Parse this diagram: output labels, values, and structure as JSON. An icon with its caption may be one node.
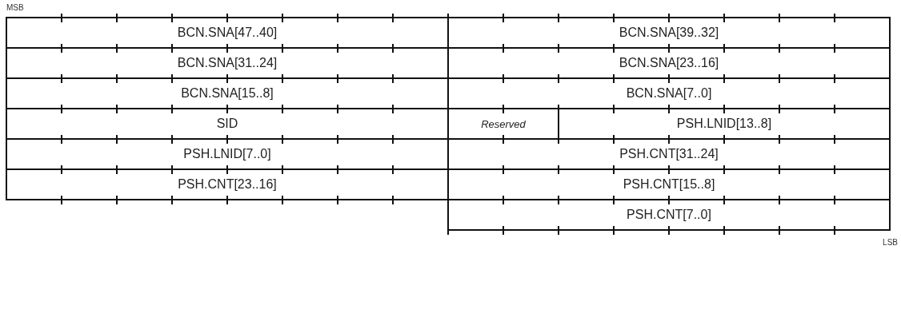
{
  "diagram": {
    "nodes": [
      {
        "text": [
          "BCN.SNA[47..40]"
        ]
      },
      {
        "text": [
          "BCN.SNA[39..32]"
        ]
      },
      {
        "text": [
          "BCN.SNA[31..24]"
        ]
      },
      {
        "text": [
          "BCN.SNA[23..16]"
        ]
      },
      {
        "text": [
          "BCN.SNA[15..8]"
        ]
      },
      {
        "text": [
          "BCN.SNA[7..0]"
        ]
      },
      {
        "text": [
          "SID"
        ]
      },
      {
        "text": [
          "*Reserved*"
        ]
      },
      {
        "text": [
          "PSH.LNID[13..8]"
        ]
      },
      {
        "text": [
          "PSH.LNID[7..0]"
        ]
      },
      {
        "text": [
          "PSH.CNT[31..24]"
        ]
      },
      {
        "text": [
          "PSH.CNT[23..16]"
        ]
      },
      {
        "text": [
          "PSH.CNT[15..8]"
        ]
      },
      {
        "text": [
          "PSH.CNT[7..0]"
        ]
      }
    ],
    "labels": [
      "MSB",
      "LSB"
    ]
  }
}
